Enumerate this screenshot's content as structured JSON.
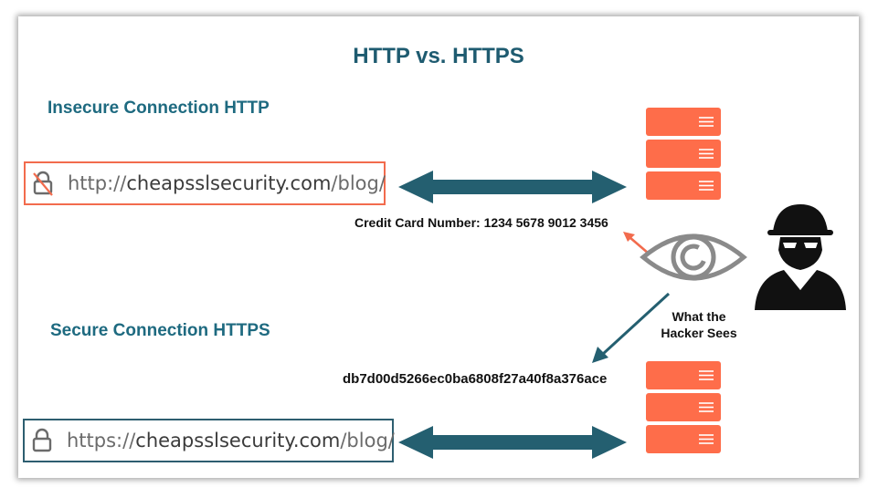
{
  "title": "HTTP vs. HTTPS",
  "insecure": {
    "label": "Insecure Connection HTTP",
    "url_proto": "http://",
    "url_domain": "cheapsslsecurity.com",
    "url_path": "/blog/",
    "lock_icon": "crossed-out-lock-icon",
    "intercepted_text": "Credit Card Number: 1234 5678 9012 3456"
  },
  "secure": {
    "label": "Secure Connection HTTPS",
    "url_proto": "https://",
    "url_domain": "cheapsslsecurity.com",
    "url_path": "/blog/",
    "lock_icon": "lock-icon",
    "intercepted_text": "db7d00d5266ec0ba6808f27a40f8a376ace"
  },
  "hacker": {
    "caption_line1": "What the",
    "caption_line2": "Hacker Sees",
    "icons": [
      "eye-icon",
      "hacker-icon"
    ]
  },
  "colors": {
    "title": "#1e5b70",
    "arrow": "#245f70",
    "server": "#fe6d4a",
    "insecure_border": "#f26b4d",
    "secure_border": "#2d5e70"
  }
}
